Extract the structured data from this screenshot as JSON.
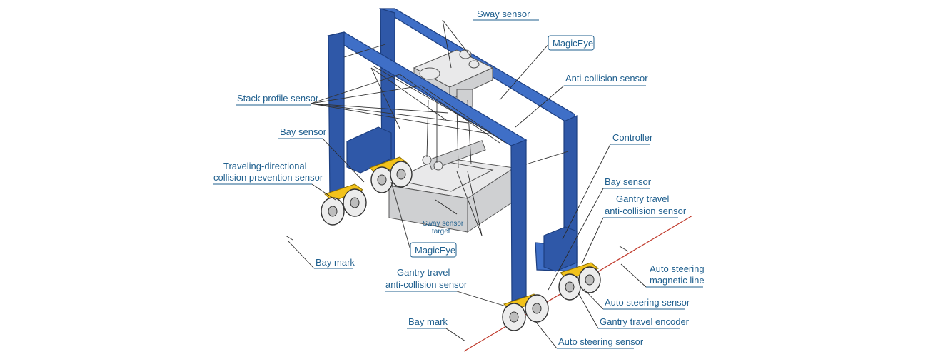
{
  "labels": {
    "sway_sensor": "Sway sensor",
    "magiceye_top": "MagicEye",
    "anti_collision_sensor": "Anti-collision sensor",
    "stack_profile_sensor": "Stack profile sensor",
    "bay_sensor_left": "Bay sensor",
    "traveling_directional_line1": "Traveling-directional",
    "traveling_directional_line2": "collision prevention sensor",
    "controller": "Controller",
    "bay_sensor_right": "Bay sensor",
    "gantry_travel_right_line1": "Gantry travel",
    "gantry_travel_right_line2": "anti-collision sensor",
    "sway_sensor_target_line1": "Sway sensor",
    "sway_sensor_target_line2": "target",
    "magiceye_bottom": "MagicEye",
    "bay_mark_left": "Bay mark",
    "gantry_travel_left_line1": "Gantry travel",
    "gantry_travel_left_line2": "anti-collision sensor",
    "auto_steering_magnetic_line1": "Auto steering",
    "auto_steering_magnetic_line2": "magnetic line",
    "auto_steering_sensor_right": "Auto steering sensor",
    "gantry_travel_encoder": "Gantry travel encoder",
    "bay_mark_bottom": "Bay mark",
    "auto_steering_sensor_bottom": "Auto steering sensor"
  },
  "colors": {
    "frame": "#3f6fc7",
    "label_text": "#1f5f8e",
    "sensor_mount": "#f2c21b",
    "magnetic_line": "#c0392b"
  }
}
